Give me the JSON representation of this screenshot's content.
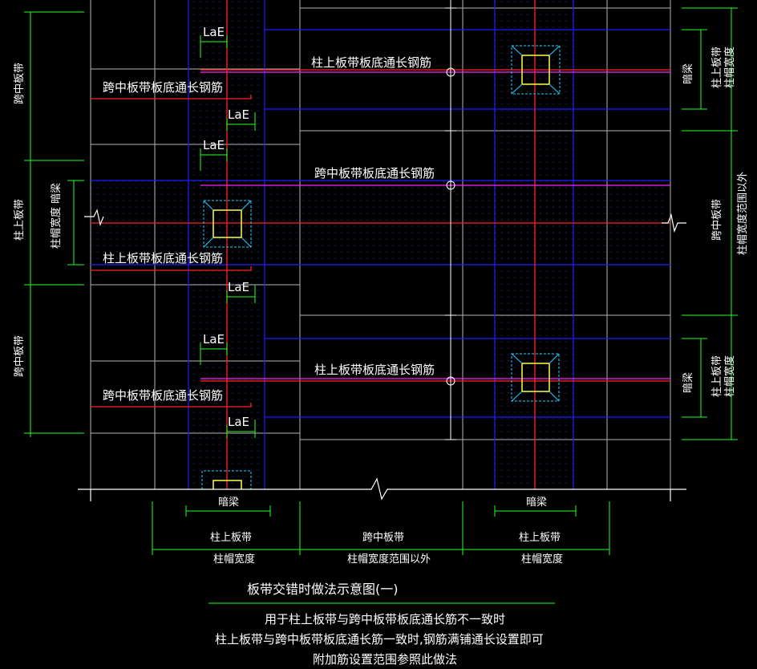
{
  "colors": {
    "background": "#000000",
    "grid_white": "#b4b4b4",
    "blue_line": "#1e1eff",
    "red_rebar": "#ff2020",
    "magenta_rebar": "#ff20ff",
    "green_dim": "#20ff20",
    "cyan_cap": "#20d0ff",
    "yellow_column": "#ffff40",
    "text": "#ffffff"
  },
  "labels": {
    "lae": "LaE",
    "col_strip_bottom_rebar": "柱上板带板底通长钢筋",
    "mid_strip_bottom_rebar": "跨中板带板底通长钢筋",
    "hidden_beam": "暗梁",
    "col_strip": "柱上板带",
    "mid_strip": "跨中板带",
    "cap_width": "柱帽宽度",
    "outside_cap_range": "柱帽宽度范围以外",
    "cap_width_hidden_beam": "柱帽宽度 暗梁"
  },
  "caption": {
    "title": "板带交错时做法示意图(一)",
    "note_line1": "用于柱上板带与跨中板带板底通长筋不一致时",
    "note_line2": "柱上板带与跨中板带板底通长筋一致时,钢筋满铺通长设置即可",
    "note_line3": "附加筋设置范围参照此做法"
  }
}
